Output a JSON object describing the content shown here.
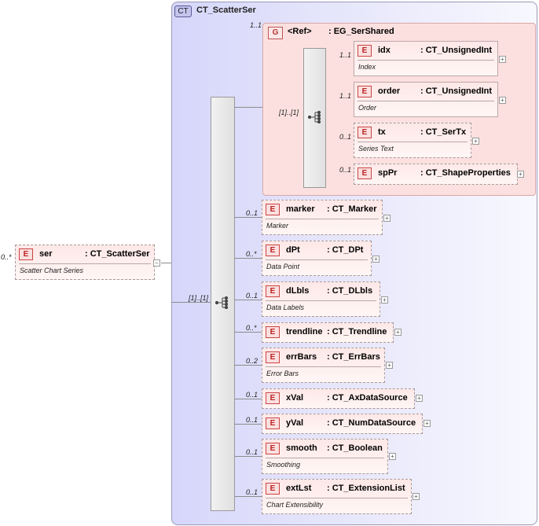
{
  "complex_type": {
    "badge": "CT",
    "name": "CT_ScatterSer"
  },
  "root": {
    "badge": "E",
    "name": "ser",
    "type": ": CT_ScatterSer",
    "desc": "Scatter Chart Series",
    "card": "0..*"
  },
  "group": {
    "badge": "G",
    "name": "<Ref>",
    "type": ": EG_SerShared",
    "card": "1..1",
    "seq_card": "[1]..[1]"
  },
  "main_seq_card": "[1]..[1]",
  "group_children": [
    {
      "badge": "E",
      "name": "idx",
      "type": ": CT_UnsignedInt",
      "desc": "Index",
      "card": "1..1"
    },
    {
      "badge": "E",
      "name": "order",
      "type": ": CT_UnsignedInt",
      "desc": "Order",
      "card": "1..1"
    },
    {
      "badge": "E",
      "name": "tx",
      "type": ": CT_SerTx",
      "desc": "Series Text",
      "card": "0..1"
    },
    {
      "badge": "E",
      "name": "spPr",
      "type": ": CT_ShapeProperties",
      "desc": "",
      "card": "0..1"
    }
  ],
  "children": [
    {
      "badge": "E",
      "name": "marker",
      "type": ": CT_Marker",
      "desc": "Marker",
      "card": "0..1"
    },
    {
      "badge": "E",
      "name": "dPt",
      "type": ": CT_DPt",
      "desc": "Data Point",
      "card": "0..*"
    },
    {
      "badge": "E",
      "name": "dLbls",
      "type": ": CT_DLbls",
      "desc": "Data Labels",
      "card": "0..1"
    },
    {
      "badge": "E",
      "name": "trendline",
      "type": ": CT_Trendline",
      "desc": "",
      "card": "0..*"
    },
    {
      "badge": "E",
      "name": "errBars",
      "type": ": CT_ErrBars",
      "desc": "Error Bars",
      "card": "0..2"
    },
    {
      "badge": "E",
      "name": "xVal",
      "type": ": CT_AxDataSource",
      "desc": "",
      "card": "0..1"
    },
    {
      "badge": "E",
      "name": "yVal",
      "type": ": CT_NumDataSource",
      "desc": "",
      "card": "0..1"
    },
    {
      "badge": "E",
      "name": "smooth",
      "type": ": CT_Boolean",
      "desc": "Smoothing",
      "card": "0..1"
    },
    {
      "badge": "E",
      "name": "extLst",
      "type": ": CT_ExtensionList",
      "desc": "Chart Extensibility",
      "card": "0..1"
    }
  ],
  "icons": {
    "expand": "plus-icon",
    "collapse": "minus-icon",
    "sequence": "sequence-icon"
  }
}
